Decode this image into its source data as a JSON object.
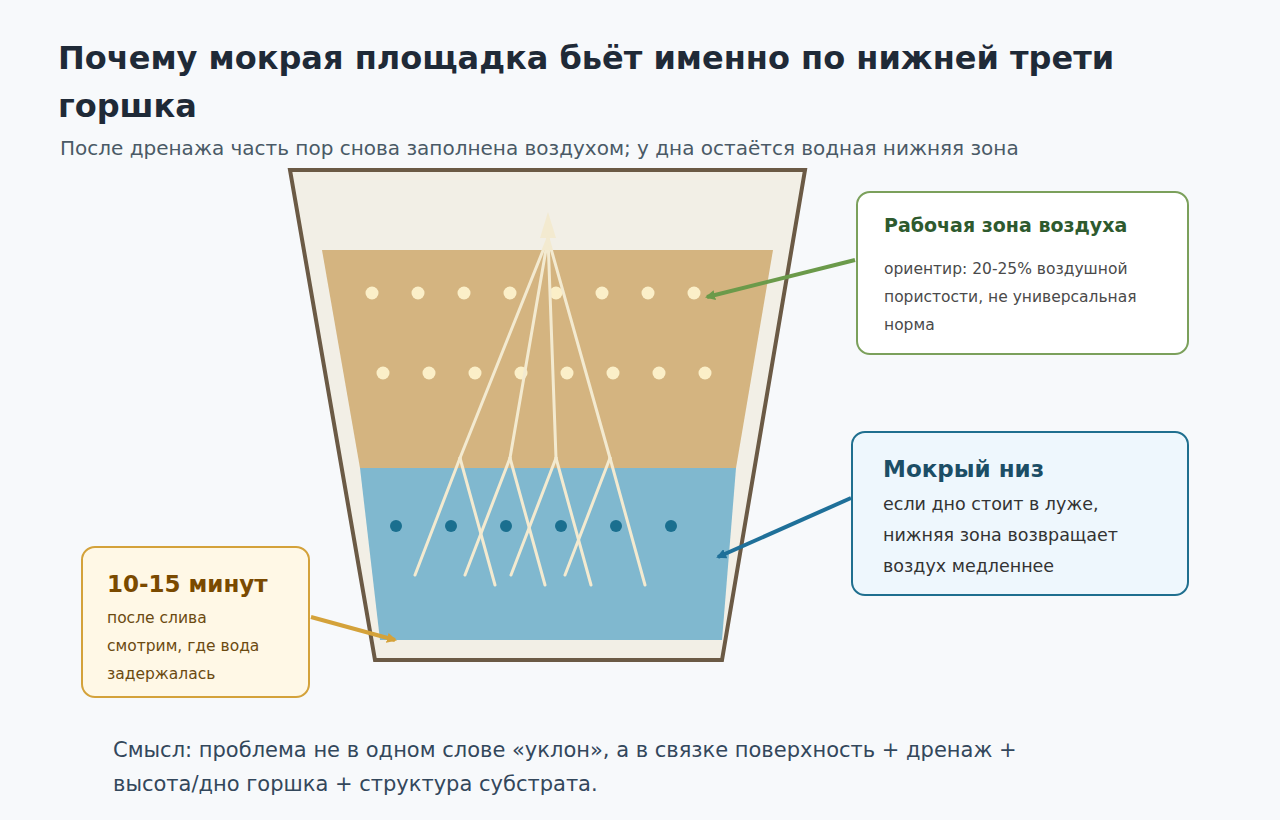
{
  "diagram": {
    "title": "Почему мокрая площадка бьёт именно по нижней трети горшка",
    "caption": "Смысл: проблема не в одном слове «уклон», а в связке поверхность + дренаж + высота/дно горшка + структура субстрата.",
    "nodes": [
      {
        "text": [
          "Рабочая зона воздуха",
          "ориентир: 20-25% воздушной пористости, не универсальная норма"
        ]
      },
      {
        "text": [
          "Мокрый низ",
          "если дно стоит в луже, нижняя зона возвращает воздух медленнее"
        ]
      },
      {
        "text": [
          "10-15 минут",
          "после слива смотрим, где вода задержалась"
        ]
      }
    ],
    "labels": [
      "После дренажа часть пор снова заполнена воздухом; у дна остаётся водная нижняя зона"
    ]
  }
}
